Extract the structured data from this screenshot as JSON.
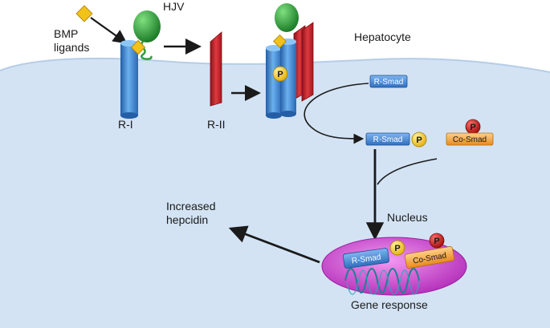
{
  "labels": {
    "bmp_ligands": [
      "BMP",
      "ligands"
    ],
    "hjv": "HJV",
    "hepatocyte": "Hepatocyte",
    "receptor_1": "R-I",
    "receptor_2": "R-II",
    "r_smad": "R-Smad",
    "co_smad": "Co-Smad",
    "phospho": "P",
    "nucleus": "Nucleus",
    "increased_hepcidin": [
      "Increased",
      "hepcidin"
    ],
    "gene_response": "Gene response"
  },
  "colors": {
    "cell": "#cfe0f2",
    "receptor_blue": "#3f86d3",
    "receptor_red": "#c8232c",
    "hjv_green": "#2e9d3a",
    "ligand_yellow": "#f2c21b",
    "phospho_yellow": "#f6d21e",
    "phospho_red": "#c81e1e",
    "co_smad_orange": "#f3a23a",
    "nucleus_magenta": "#c13ac7",
    "dna_teal": "#1f7f93"
  }
}
